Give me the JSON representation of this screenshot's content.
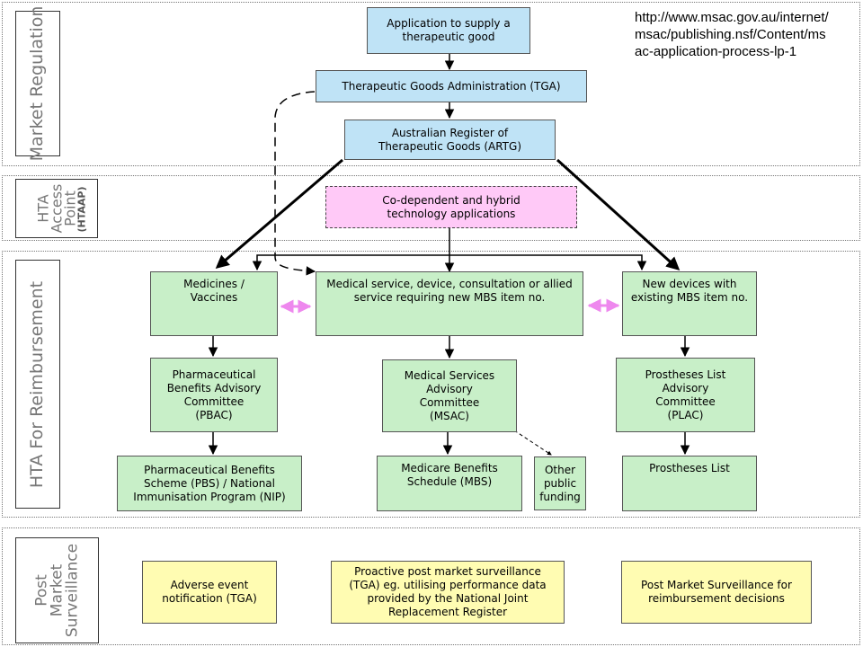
{
  "url": "http://www.msac.gov.au/internet/\nmsac/publishing.nsf/Content/ms\nac-application-process-lp-1",
  "sections": {
    "market_regulation": "Market Regulation",
    "hta_access_point": "HTA\nAccess\nPoint",
    "hta_access_point_abbr": "(HTAAP)",
    "hta_reimbursement": "HTA For Reimbursement",
    "post_market": "Post\nMarket\nSurveillance"
  },
  "boxes": {
    "application": "Application to supply a\ntherapeutic good",
    "tga": "Therapeutic Goods Administration (TGA)",
    "artg": "Australian Register of\nTherapeutic Goods (ARTG)",
    "codependent": "Co-dependent and hybrid\ntechnology applications",
    "medicines": "Medicines /\nVaccines",
    "medical_service": "Medical service, device, consultation or allied\nservice requiring new MBS item no.",
    "new_devices": "New devices with\nexisting MBS item no.",
    "pbac": "Pharmaceutical\nBenefits Advisory\nCommittee\n(PBAC)",
    "msac": "Medical Services\nAdvisory\nCommittee\n(MSAC)",
    "plac": "Prostheses List\nAdvisory\nCommittee\n(PLAC)",
    "pbs": "Pharmaceutical Benefits\nScheme (PBS) / National\nImmunisation Program (NIP)",
    "mbs": "Medicare Benefits\nSchedule (MBS)",
    "other_funding": "Other\npublic\nfunding",
    "prostheses_list": "Prostheses List",
    "adverse": "Adverse event\nnotification (TGA)",
    "proactive": "Proactive post market surveillance\n(TGA) eg. utilising performance data\nprovided by the National Joint\nReplacement Register",
    "post_reimb": "Post Market Surveillance for\nreimbursement decisions"
  },
  "colors": {
    "regulatory_box": "#bfe3f6",
    "reimbursement_box": "#c8efc8",
    "hta_access_box": "#ffc9f7",
    "surveillance_box": "#fffcb2",
    "bidirectional_arrow": "#ee88ee"
  }
}
